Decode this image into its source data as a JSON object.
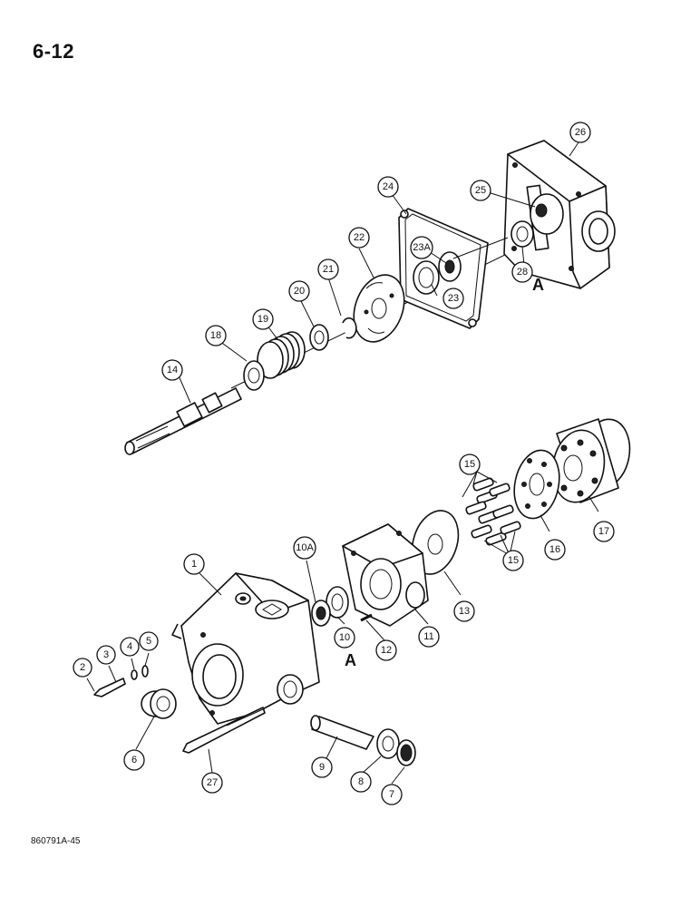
{
  "page": {
    "number": "6-12",
    "figure_code": "860791A-45"
  },
  "section_markers": {
    "upper": "A",
    "lower": "A"
  },
  "callouts": {
    "c1": "1",
    "c2": "2",
    "c3": "3",
    "c4": "4",
    "c5": "5",
    "c6": "6",
    "c7": "7",
    "c8": "8",
    "c9": "9",
    "c10": "10",
    "c10a": "10A",
    "c11": "11",
    "c12": "12",
    "c13": "13",
    "c14": "14",
    "c15a": "15",
    "c15b": "15",
    "c16": "16",
    "c17": "17",
    "c18": "18",
    "c19": "19",
    "c20": "20",
    "c21": "21",
    "c22": "22",
    "c23": "23",
    "c23a": "23A",
    "c24": "24",
    "c25": "25",
    "c26": "26",
    "c27": "27",
    "c28": "28"
  }
}
